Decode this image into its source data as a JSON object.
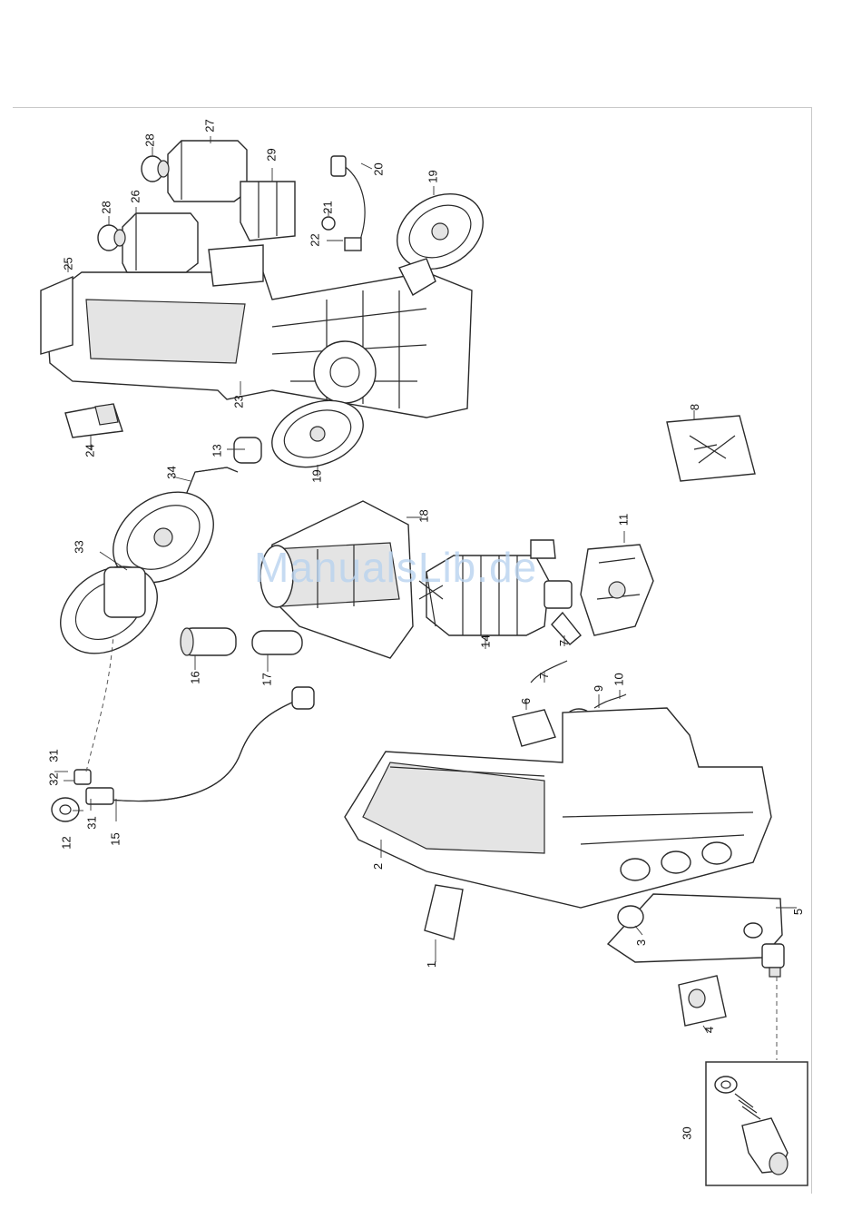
{
  "watermark": "ManualsLib.de",
  "parts": {
    "p1": "1",
    "p2": "2",
    "p3": "3",
    "p4": "4",
    "p5": "5",
    "p6": "6",
    "p7a": "7",
    "p7b": "7",
    "p8": "8",
    "p9": "9",
    "p10": "10",
    "p11": "11",
    "p12": "12",
    "p13": "13",
    "p14": "14",
    "p15": "15",
    "p16": "16",
    "p17": "17",
    "p18": "18",
    "p19a": "19",
    "p19b": "19",
    "p20": "20",
    "p21": "21",
    "p22": "22",
    "p23": "23",
    "p24": "24",
    "p25": "25",
    "p26": "26",
    "p27": "27",
    "p28a": "28",
    "p28b": "28",
    "p29": "29",
    "p30": "30",
    "p31a": "31",
    "p31b": "31",
    "p32": "32",
    "p33": "33",
    "p34": "34"
  }
}
